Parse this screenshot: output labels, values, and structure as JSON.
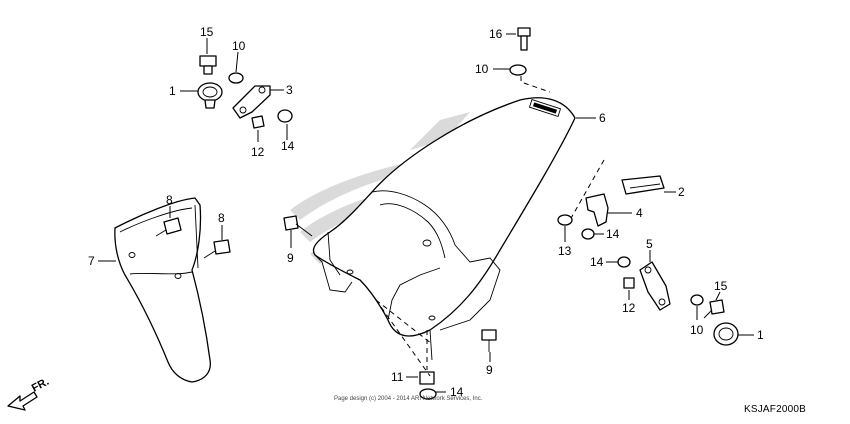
{
  "diagram_code": "KSJAF2000B",
  "copyright": "Page design (c) 2004 - 2014 ARI Network Services, Inc.",
  "direction_label": "FR.",
  "callouts": [
    {
      "id": "c15a",
      "label": "15"
    },
    {
      "id": "c10a",
      "label": "10"
    },
    {
      "id": "c1a",
      "label": "1"
    },
    {
      "id": "c3",
      "label": "3"
    },
    {
      "id": "c12a",
      "label": "12"
    },
    {
      "id": "c14a",
      "label": "14"
    },
    {
      "id": "c16",
      "label": "16"
    },
    {
      "id": "c10b",
      "label": "10"
    },
    {
      "id": "c6",
      "label": "6"
    },
    {
      "id": "c8a",
      "label": "8"
    },
    {
      "id": "c8b",
      "label": "8"
    },
    {
      "id": "c7",
      "label": "7"
    },
    {
      "id": "c9a",
      "label": "9"
    },
    {
      "id": "c2",
      "label": "2"
    },
    {
      "id": "c4",
      "label": "4"
    },
    {
      "id": "c13",
      "label": "13"
    },
    {
      "id": "c14b",
      "label": "14"
    },
    {
      "id": "c5",
      "label": "5"
    },
    {
      "id": "c14c",
      "label": "14"
    },
    {
      "id": "c12b",
      "label": "12"
    },
    {
      "id": "c15b",
      "label": "15"
    },
    {
      "id": "c10c",
      "label": "10"
    },
    {
      "id": "c1b",
      "label": "1"
    },
    {
      "id": "c9b",
      "label": "9"
    },
    {
      "id": "c11",
      "label": "11"
    },
    {
      "id": "c14d",
      "label": "14"
    }
  ]
}
